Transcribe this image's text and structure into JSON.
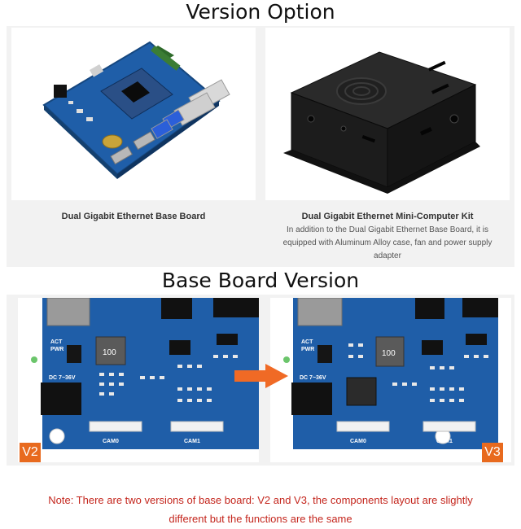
{
  "header": {
    "title": "Version Option"
  },
  "options": [
    {
      "title": "Dual Gigabit Ethernet Base Board",
      "description": ""
    },
    {
      "title": "Dual Gigabit Ethernet Mini-Computer Kit",
      "description": "In addition to the Dual Gigabit Ethernet Base Board, it is equipped with Aluminum Alloy case, fan and power supply adapter"
    }
  ],
  "base": {
    "title": "Base Board Version",
    "v2_label": "V2",
    "v3_label": "V3",
    "silk": {
      "act": "ACT",
      "pwr": "PWR",
      "dc": "DC 7~36V",
      "cam0": "CAM0",
      "cam1": "CAM1",
      "inductor": "100"
    }
  },
  "note": {
    "line1": "Note: There are two versions of base board: V2 and V3, the components layout are slightly",
    "line2": "different but the functions are the same"
  },
  "colors": {
    "pcb": "#1f5ea8",
    "accent": "#e86a1e",
    "note": "#c4261d",
    "case": "#1c1c1c"
  }
}
